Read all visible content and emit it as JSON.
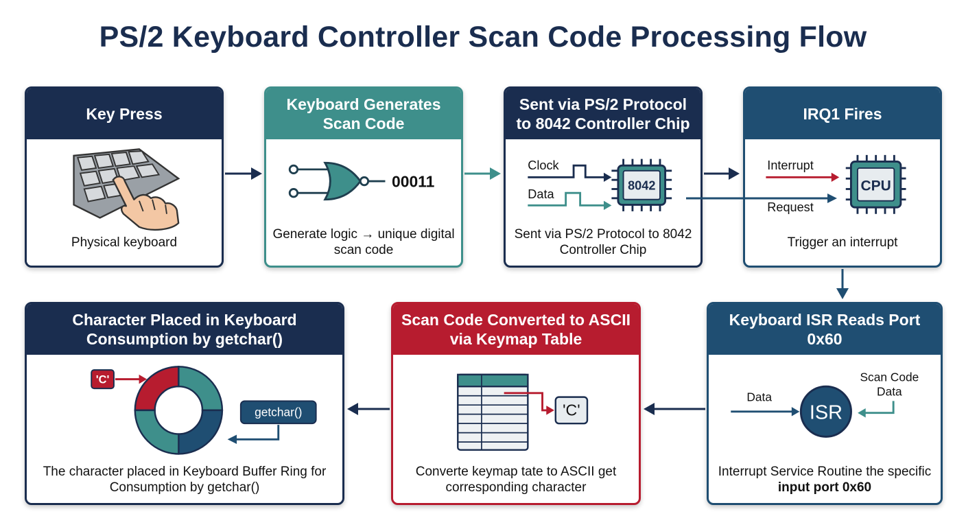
{
  "title": "PS/2 Keyboard Controller Scan Code Processing Flow",
  "steps": [
    {
      "title": "Key Press",
      "caption": "Physical keyboard"
    },
    {
      "title": "Keyboard Generates Scan Code",
      "caption": "Generate logic → unique digital scan code",
      "code": "00011"
    },
    {
      "title": "Sent via PS/2 Protocol to 8042 Controller Chip",
      "caption": "Sent via PS/2 Protocol to 8042 Controller Chip",
      "clock": "Clock",
      "data": "Data",
      "chip": "8042"
    },
    {
      "title": "IRQ1 Fires",
      "caption": "Trigger an interrupt",
      "interrupt": "Interrupt",
      "request": "Request",
      "chip": "CPU"
    },
    {
      "title": "Character Placed in Keyboard Consumption by getchar()",
      "caption": "The character placed in Keyboard Buffer Ring for Consumption by getchar()",
      "char": "'C'",
      "func": "getchar()"
    },
    {
      "title": "Scan Code Converted to ASCII via Keymap Table",
      "caption": "Converte keymap tate to ASCII get corresponding character",
      "char": "'C'"
    },
    {
      "title": "Keyboard ISR Reads Port 0x60",
      "caption_pre": "Interrupt Service Routine the specific ",
      "caption_bold": "input port 0x60",
      "data": "Data",
      "scan": "Scan Code",
      "scan2": "Data",
      "isr": "ISR"
    }
  ],
  "colors": {
    "navy": "#1a2d4f",
    "teal": "#3e8f8b",
    "blue": "#1f4e72",
    "red": "#b71c2f"
  }
}
